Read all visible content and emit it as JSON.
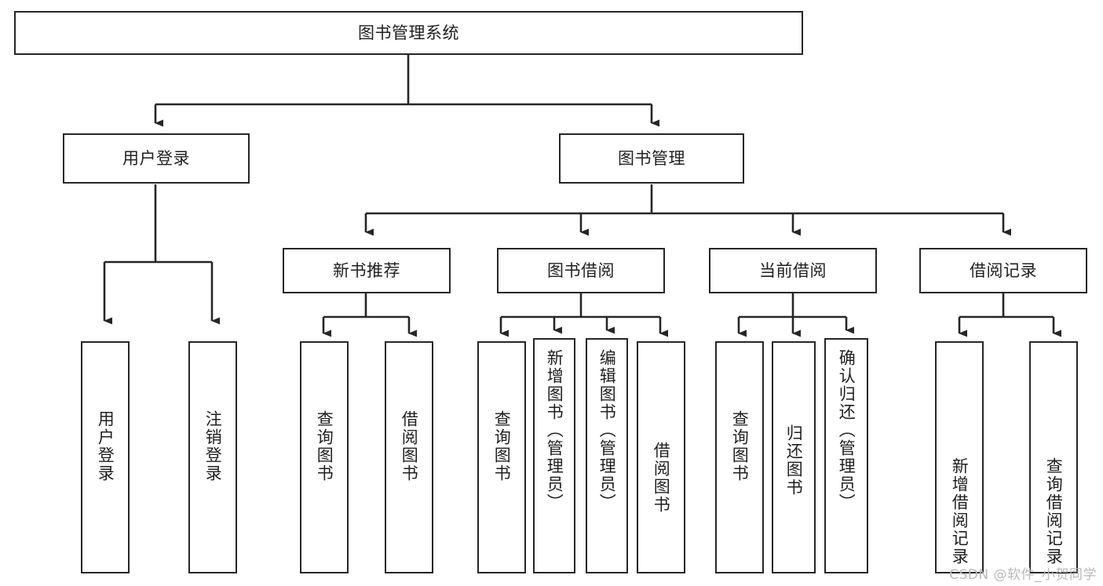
{
  "diagram": {
    "type": "tree-hierarchy",
    "title": "图书管理系统",
    "root": {
      "label": "图书管理系统"
    },
    "level2": [
      {
        "id": "user-login",
        "label": "用户登录"
      },
      {
        "id": "book-manage",
        "label": "图书管理"
      }
    ],
    "level3": [
      {
        "id": "new-book-rec",
        "label": "新书推荐"
      },
      {
        "id": "book-borrow",
        "label": "图书借阅"
      },
      {
        "id": "current-borrow",
        "label": "当前借阅"
      },
      {
        "id": "borrow-record",
        "label": "借阅记录"
      }
    ],
    "leaves": [
      {
        "id": "leaf-user-login",
        "label": "用户登录",
        "parent": "user-login"
      },
      {
        "id": "leaf-user-logout",
        "label": "注销登录",
        "parent": "user-login"
      },
      {
        "id": "leaf-query-book-1",
        "label": "查询图书",
        "parent": "new-book-rec"
      },
      {
        "id": "leaf-borrow-book-1",
        "label": "借阅图书",
        "parent": "new-book-rec"
      },
      {
        "id": "leaf-query-book-2",
        "label": "查询图书",
        "parent": "book-borrow"
      },
      {
        "id": "leaf-add-book",
        "label": "新增图书（管理员）",
        "parent": "book-borrow"
      },
      {
        "id": "leaf-edit-book",
        "label": "编辑图书（管理员）",
        "parent": "book-borrow"
      },
      {
        "id": "leaf-borrow-book-2",
        "label": "借阅图书",
        "parent": "book-borrow"
      },
      {
        "id": "leaf-query-book-3",
        "label": "查询图书",
        "parent": "current-borrow"
      },
      {
        "id": "leaf-return-book",
        "label": "归还图书",
        "parent": "current-borrow"
      },
      {
        "id": "leaf-confirm-return",
        "label": "确认归还（管理员）",
        "parent": "current-borrow"
      },
      {
        "id": "leaf-add-record",
        "label": "新增借阅记录",
        "parent": "borrow-record"
      },
      {
        "id": "leaf-query-record",
        "label": "查询借阅记录",
        "parent": "borrow-record"
      }
    ],
    "colors": {
      "stroke": "#262626",
      "fill": "#ffffff",
      "text": "#1f1f1f",
      "watermark": "#b9b9b9"
    }
  },
  "watermark": {
    "text": "CSDN @软件_小贺同学"
  }
}
